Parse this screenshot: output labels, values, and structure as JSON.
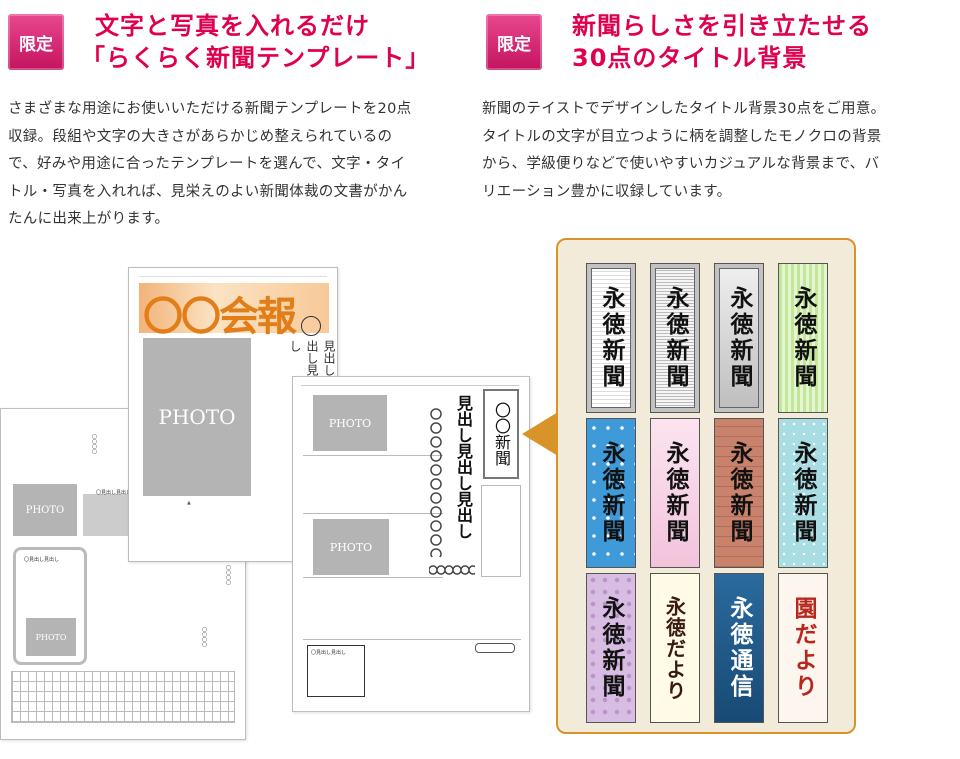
{
  "left": {
    "badge": "限定",
    "title_line1": "文字と写真を入れるだけ",
    "title_line2": "「らくらく新聞テンプレート」",
    "description": "さまざまな用途にお使いいただける新聞テンプレートを20点収録。段組や文字の大きさがあらかじめ整えられているので、好みや用途に合ったテンプレートを選んで、文字・タイトル・写真を入れれば、見栄えのよい新聞体裁の文書がかんたんに出来上がります。"
  },
  "right": {
    "badge": "限定",
    "title_line1": "新聞らしさを引き立たせる",
    "title_line2": "30点のタイトル背景",
    "description": "新聞のテイストでデザインしたタイトル背景30点をご用意。タイトルの文字が目立つように柄を調整したモノクロの背景から、学級便りなどで使いやすいカジュアルな背景まで、バリエーション豊かに収録しています。"
  },
  "templates": {
    "top_title": "〇〇会報",
    "photo_label": "PHOTO",
    "midashi": "見出し見出し見出し",
    "shimbun_title": "〇〇新聞",
    "small_midashi": "〇見出し見出し",
    "rings_label": "〇〇〇〇"
  },
  "tiles": [
    {
      "label": "永徳新聞",
      "bg": "#ffffff",
      "fg": "#111111",
      "style": "lines"
    },
    {
      "label": "永徳新聞",
      "bg": "#ffffff",
      "fg": "#111111",
      "style": "lines-dark"
    },
    {
      "label": "永徳新聞",
      "bg": "#dcdcdc",
      "fg": "#111111",
      "style": "gray"
    },
    {
      "label": "永徳新聞",
      "bg": "#d7f0b4",
      "fg": "#111111",
      "style": "green"
    },
    {
      "label": "永徳新聞",
      "bg": "#3e9ad8",
      "fg": "#111111",
      "style": "blue"
    },
    {
      "label": "永徳新聞",
      "bg": "#f6d4e6",
      "fg": "#111111",
      "style": "pink-wave"
    },
    {
      "label": "永徳新聞",
      "bg": "#c9826b",
      "fg": "#111111",
      "style": "brick"
    },
    {
      "label": "永徳新聞",
      "bg": "#a9dde4",
      "fg": "#111111",
      "style": "aqua"
    },
    {
      "label": "永徳新聞",
      "bg": "#cfaed9",
      "fg": "#111111",
      "style": "lavender"
    },
    {
      "label": "永徳だより",
      "bg": "#fffbe6",
      "fg": "#3a1a10",
      "style": "pencil"
    },
    {
      "label": "永徳通信",
      "bg": "#1e5a8a",
      "fg": "#ffffff",
      "style": "navy"
    },
    {
      "label": "園だより",
      "bg": "#fdf6ee",
      "fg": "#b8261c",
      "style": "tree"
    }
  ],
  "colors": {
    "accent": "#e00050",
    "badge": "#d81b6a",
    "panel_border": "#d89429",
    "panel_bg": "#f3ebda"
  }
}
